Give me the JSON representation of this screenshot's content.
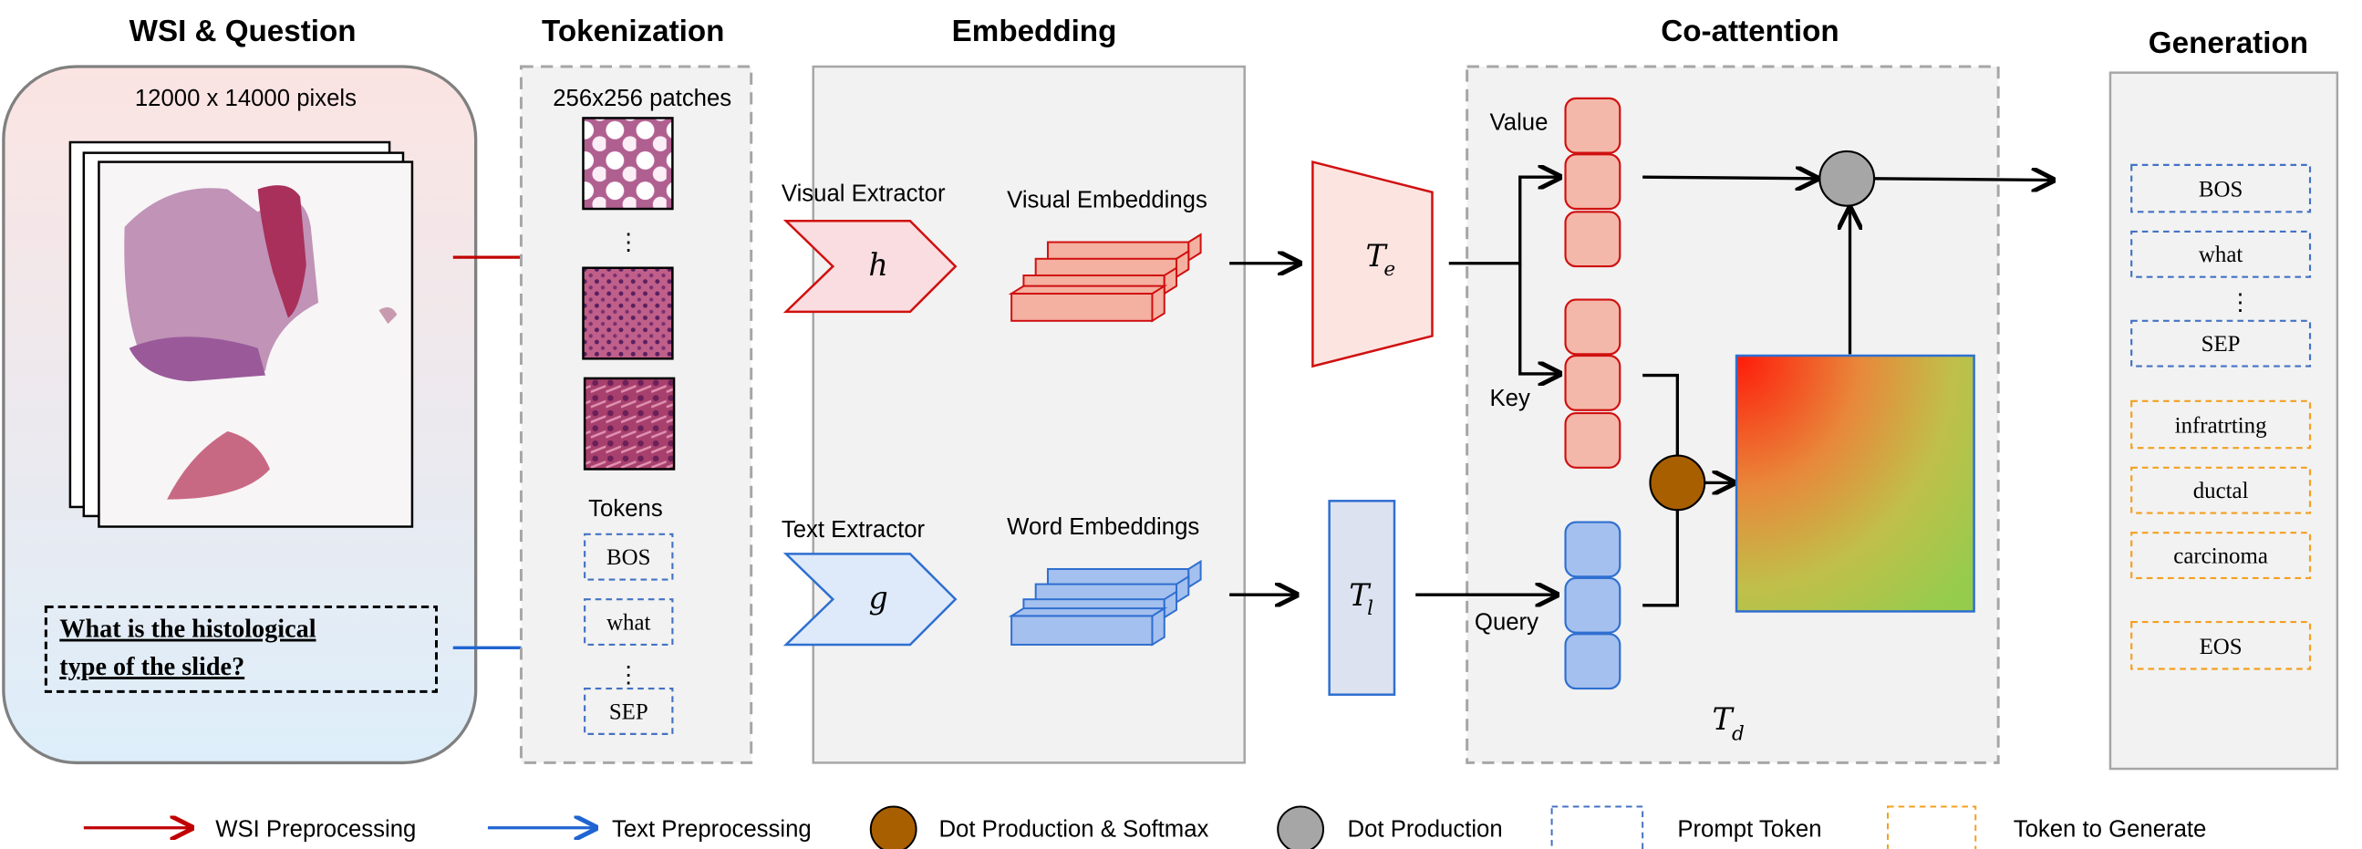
{
  "titles": {
    "wsi": "WSI & Question",
    "tokenization": "Tokenization",
    "embedding": "Embedding",
    "coattention": "Co-attention",
    "generation": "Generation"
  },
  "wsi": {
    "size_label": "12000 x 14000 pixels",
    "question_line1": "What is the histological",
    "question_line2": "type of the slide?"
  },
  "tokenization": {
    "patches_label": "256x256 patches",
    "tokens_label": "Tokens",
    "tokens": [
      "BOS",
      "what",
      "SEP"
    ],
    "ellipsis": "⋮"
  },
  "embedding": {
    "visual_extractor": "Visual Extractor",
    "visual_symbol": "h",
    "visual_embeddings": "Visual Embeddings",
    "text_extractor": "Text Extractor",
    "text_symbol": "g",
    "word_embeddings": "Word Embeddings"
  },
  "transforms": {
    "te_main": "T",
    "te_sub": "e",
    "tl_main": "T",
    "tl_sub": "l",
    "td_main": "T",
    "td_sub": "d"
  },
  "coattention": {
    "value": "Value",
    "key": "Key",
    "query": "Query"
  },
  "generation": {
    "prompt_tokens": [
      "BOS",
      "what",
      "SEP"
    ],
    "generated_tokens": [
      "infratrting",
      "ductal",
      "carcinoma",
      "EOS"
    ],
    "ellipsis": "⋮"
  },
  "legend": {
    "wsi_pre": "WSI Preprocessing",
    "text_pre": "Text Preprocessing",
    "dot_softmax": "Dot Production & Softmax",
    "dot": "Dot Production",
    "prompt": "Prompt Token",
    "generate": "Token to Generate"
  },
  "colors": {
    "red": "#c00000",
    "blue": "#1f64d2",
    "brown": "#a85f00",
    "gray": "#a6a6a6",
    "prompt_border": "#4472c4",
    "generate_border": "#f4a020",
    "red_fill": "#f4b8aa",
    "blue_fill": "#a4c0ee"
  }
}
